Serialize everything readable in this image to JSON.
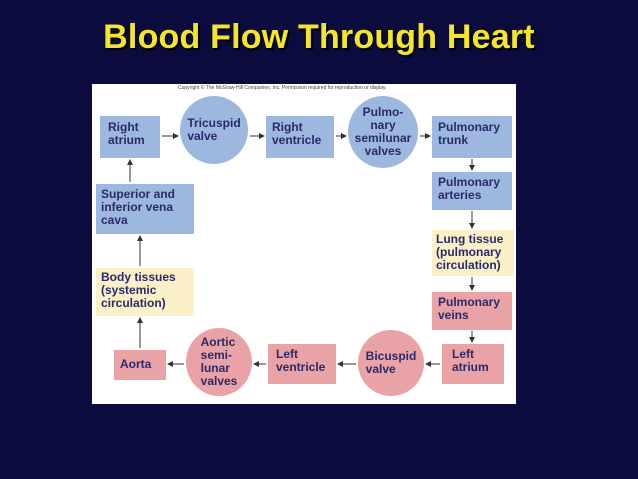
{
  "title": "Blood Flow Through Heart",
  "copyright": "Copyright © The McGraw-Hill Companies, Inc. Permission required for reproduction or display.",
  "nodes": {
    "right_atrium": "Right\natrium",
    "tricuspid_valve": "Tricuspid\nvalve",
    "right_ventricle": "Right\nventricle",
    "pulmonary_semilunar": "Pulmo-\nnary\nsemilunar\nvalves",
    "pulmonary_trunk": "Pulmonary\ntrunk",
    "pulmonary_arteries": "Pulmonary\narteries",
    "lung_tissue": "Lung tissue\n(pulmonary\ncirculation)",
    "pulmonary_veins": "Pulmonary\nveins",
    "left_atrium": "Left\natrium",
    "bicuspid_valve": "Bicuspid\nvalve",
    "left_ventricle": "Left\nventricle",
    "aortic_semilunar": "Aortic\nsemi-\nlunar\nvalves",
    "aorta": "Aorta",
    "body_tissues": "Body tissues\n(systemic\ncirculation)",
    "vena_cava": "Superior and\ninferior vena\ncava"
  },
  "colors": {
    "background": "#0b0b3e",
    "title": "#f5e62a",
    "deoxygenated": "#9db8de",
    "oxygenated": "#e9a3a6",
    "tissue": "#fbf0c7"
  }
}
